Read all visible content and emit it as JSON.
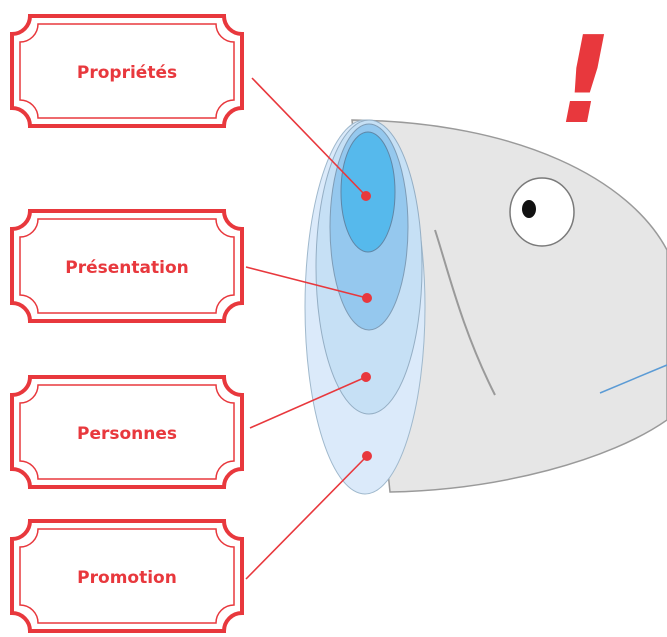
{
  "colors": {
    "accent": "#e8383d",
    "head_fill": "#e6e6e6",
    "head_stroke": "#9a9a9a",
    "layer_outer": "#dbeafa",
    "layer_mid": "#c6e0f5",
    "layer_inner": "#95c8ee",
    "layer_core": "#56b9ec",
    "white": "#ffffff"
  },
  "labels": [
    {
      "id": "proprietes",
      "text": "Propriétés"
    },
    {
      "id": "presentation",
      "text": "Présentation"
    },
    {
      "id": "personnes",
      "text": "Personnes"
    },
    {
      "id": "promotion",
      "text": "Promotion"
    }
  ],
  "exclamation": "!"
}
